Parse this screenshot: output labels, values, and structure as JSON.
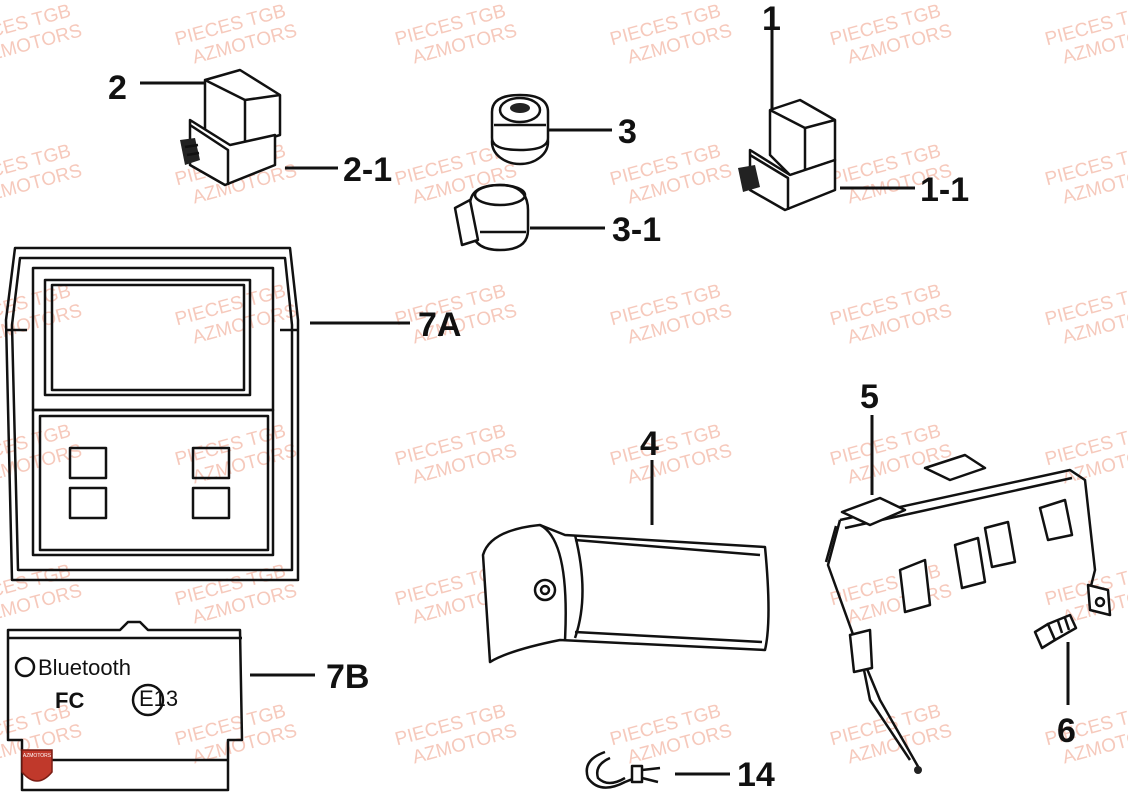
{
  "watermark": {
    "line1": "PIECES TGB",
    "line2": "AZMOTORS"
  },
  "logo_text": "AZMOTORS",
  "labels": {
    "p1": "1",
    "p1_1": "1-1",
    "p2": "2",
    "p2_1": "2-1",
    "p3": "3",
    "p3_1": "3-1",
    "p4": "4",
    "p5": "5",
    "p6": "6",
    "p7a": "7A",
    "p7b": "7B",
    "p14": "14"
  },
  "module_7b": {
    "bluetooth": "Bluetooth",
    "fc": "FC",
    "e_mark": "E13"
  }
}
